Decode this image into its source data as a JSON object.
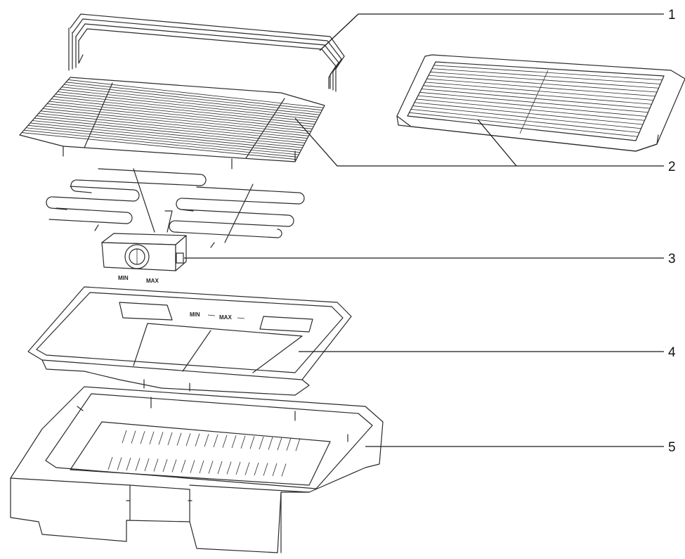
{
  "diagram": {
    "callouts": [
      {
        "number": "1"
      },
      {
        "number": "2"
      },
      {
        "number": "3"
      },
      {
        "number": "4"
      },
      {
        "number": "5"
      }
    ],
    "knob_labels": {
      "min": "MIN",
      "max": "MAX"
    },
    "tray_labels": {
      "min": "MIN",
      "max": "MAX"
    }
  }
}
